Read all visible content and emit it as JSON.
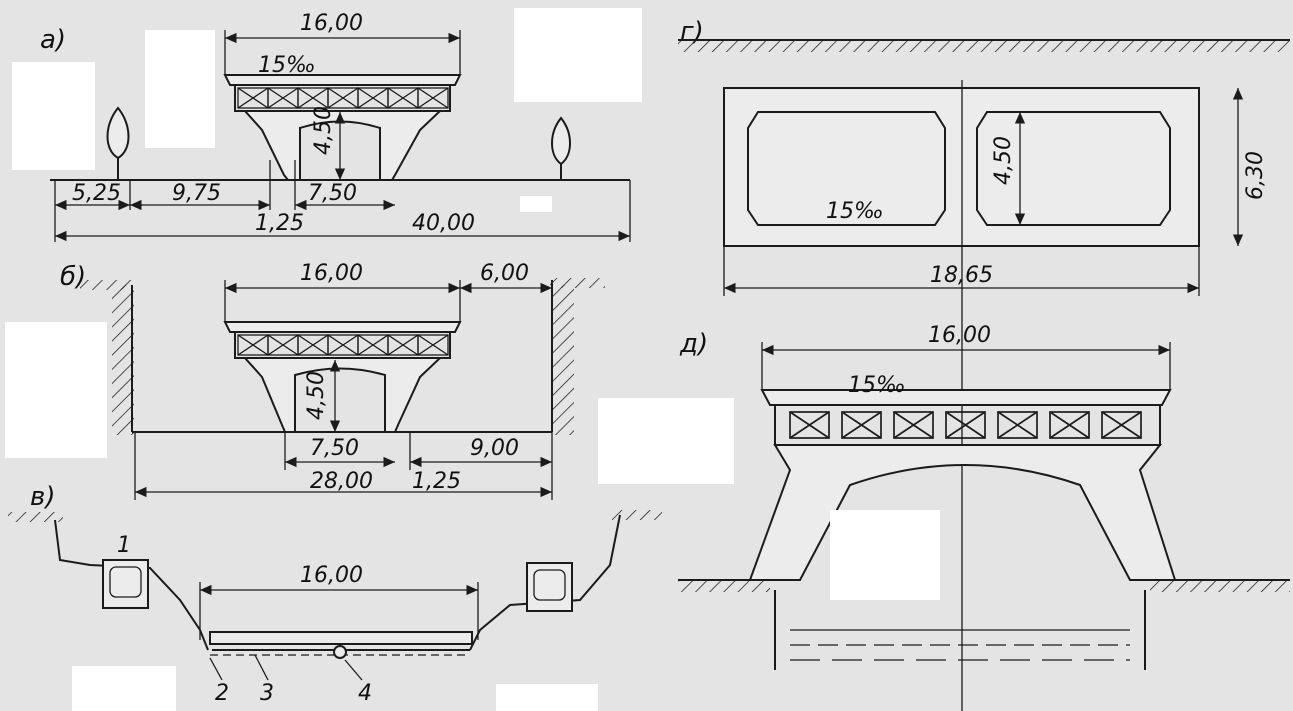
{
  "panels": {
    "a": {
      "label": "а)",
      "deck_width": "16,00",
      "slope": "15‰",
      "height": "4,50",
      "dim_a": "5,25",
      "dim_b": "9,75",
      "dim_c": "7,50",
      "dim_d": "1,25",
      "total": "40,00"
    },
    "b": {
      "label": "б)",
      "deck_width": "16,00",
      "side": "6,00",
      "height": "4,50",
      "dim_c": "7,50",
      "dim_e": "9,00",
      "total": "28,00",
      "dim_d": "1,25"
    },
    "v": {
      "label": "в)",
      "deck_width": "16,00",
      "callouts": [
        "1",
        "2",
        "3",
        "4"
      ]
    },
    "g": {
      "label": "г)",
      "slope": "15‰",
      "height": "4,50",
      "total_height": "6,30",
      "width": "18,65"
    },
    "d": {
      "label": "д)",
      "deck_width": "16,00",
      "slope": "15‰"
    }
  }
}
